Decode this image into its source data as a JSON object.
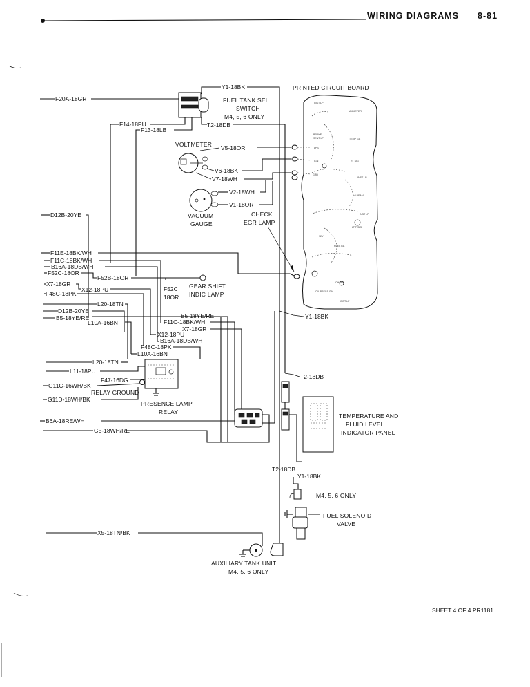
{
  "header": {
    "title": "WIRING DIAGRAMS",
    "page_number": "8-81"
  },
  "footer": {
    "sheet": "SHEET 4 OF 4 PR1181"
  },
  "components": {
    "printed_circuit_board": "PRINTED CIRCUIT BOARD",
    "fuel_tank_sel_switch": [
      "FUEL TANK SEL",
      "SWITCH",
      "M4, 5, 6 ONLY"
    ],
    "voltmeter": "VOLTMETER",
    "vacuum_gauge": [
      "VACUUM",
      "GAUGE"
    ],
    "check_egr_lamp": [
      "CHECK",
      "EGR LAMP"
    ],
    "gear_shift_indic_lamp": [
      "GEAR SHIFT",
      "INDIC LAMP"
    ],
    "presence_lamp_relay": [
      "PRESENCE LAMP",
      "RELAY"
    ],
    "relay_ground": "RELAY GROUND",
    "temperature_panel": [
      "TEMPERATURE AND",
      "FLUID LEVEL",
      "INDICATOR PANEL"
    ],
    "m456_only": "M4, 5, 6 ONLY",
    "fuel_solenoid_valve": [
      "FUEL SOLENOID",
      "VALVE"
    ],
    "auxiliary_tank_unit": [
      "AUXILIARY TANK UNIT",
      "M4, 5, 6 ONLY"
    ]
  },
  "wires": {
    "y1_18bk": "Y1-18BK",
    "f20a_18gr": "F20A-18GR",
    "t2_18db": "T2-18DB",
    "f14_18pu": "F14-18PU",
    "f13_18lb": "F13-18LB",
    "v5_18or": "V5-18OR",
    "v6_18bk": "V6-18BK",
    "v7_18wh": "V7-18WH",
    "v2_18wh": "V2-18WH",
    "v1_18or": "V1-18OR",
    "d12b_20ye": "D12B-20YE",
    "f11e_18bk_wh": "F11E-18BK/WH",
    "f11c_18bk_wh": "F11C-18BK/WH",
    "b16a_18db_wh": "B16A-18DB/WH",
    "f52c_18or": "F52C-18OR",
    "f52b_18or": "F52B-18OR",
    "x7_18gr": "X7-18GR",
    "x12_18pu": "X12-18PU",
    "f48c_18pk": "F48C-18PK",
    "l20_18tn": "L20-18TN",
    "b5_18ye_re": "B5-18YE/RE",
    "l10a_16bn": "L10A-16BN",
    "f52c_18or_stack": [
      "F52C",
      "18OR"
    ],
    "l11_18pu": "L11-18PU",
    "f47_16dg": "F47-16DG",
    "g11c_16wh_bk": "G11C-16WH/BK",
    "g11d_18wh_bk": "G11D-18WH/BK",
    "b6a_18re_wh": "B6A-18RE/WH",
    "g5_18wh_re": "G5-18WH/RE",
    "x5_18tn_bk": "X5-18TN/BK"
  },
  "board_legends": [
    "INST LP",
    "AMMETER",
    "BRAKE",
    "SENT LP",
    "TEMP GA",
    "LPS",
    "IGN",
    "RT SIG",
    "GRD",
    "INST LP",
    "HI BEAM",
    "INST LP",
    "LT T/SIG",
    "FUEL GA",
    "12V",
    "CHOKE",
    "OIL PRESS GA",
    "INST LP"
  ]
}
